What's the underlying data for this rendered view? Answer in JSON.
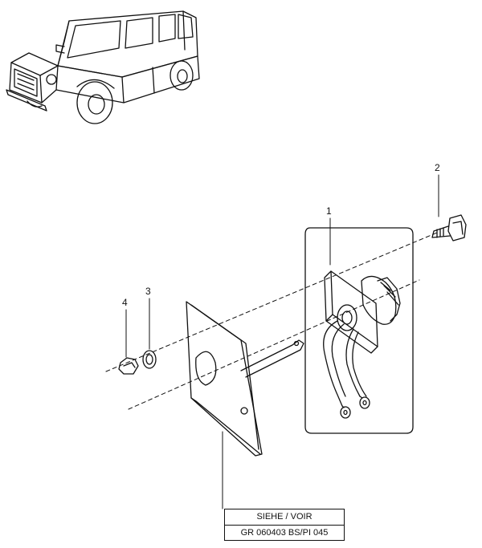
{
  "callouts": [
    {
      "id": "1",
      "label": "1",
      "part": "switch-assembly"
    },
    {
      "id": "2",
      "label": "2",
      "part": "bolt"
    },
    {
      "id": "3",
      "label": "3",
      "part": "spring-washer"
    },
    {
      "id": "4",
      "label": "4",
      "part": "hex-nut"
    }
  ],
  "reference": {
    "line1": "SIEHE / VOIR",
    "line2": "GR  060403  BS/PI 045"
  },
  "colors": {
    "ink": "#111111",
    "background": "#ffffff"
  }
}
